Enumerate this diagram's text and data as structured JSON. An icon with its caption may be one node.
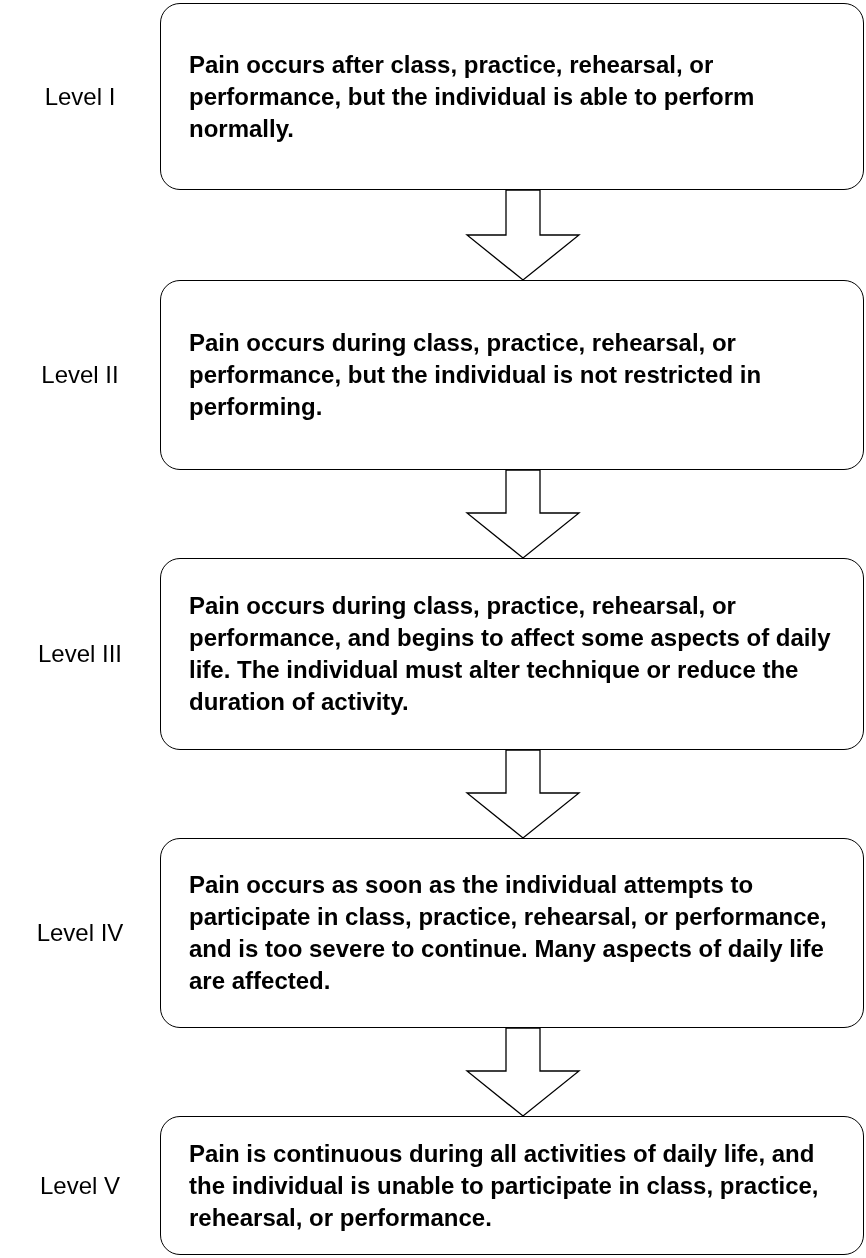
{
  "diagram": {
    "nodes": [
      {
        "text": [
          "Pain occurs after class, practice, rehearsal, or performance, but the individual is able to perform normally."
        ],
        "beside": [
          "Level I"
        ]
      },
      {
        "text": [
          "Pain occurs during class, practice, rehearsal, or performance, but the individual is not restricted in performing."
        ],
        "beside": [
          "Level II"
        ]
      },
      {
        "text": [
          "Pain occurs during class, practice, rehearsal, or performance, and begins to affect some aspects of daily life. The individual must alter technique or reduce the duration of activity."
        ],
        "beside": [
          "Level III"
        ]
      },
      {
        "text": [
          "Pain occurs as soon as the individual attempts to participate in class, practice, rehearsal, or performance, and is too severe to continue. Many aspects of daily life are affected."
        ],
        "beside": [
          "Level IV"
        ]
      },
      {
        "text": [
          "Pain is continuous during all activities of daily life, and the individual is unable to participate in class, practice, rehearsal, or performance."
        ],
        "beside": [
          "Level V"
        ]
      }
    ],
    "edges": [
      {
        "from": 0,
        "to": 1,
        "arrow": "to"
      },
      {
        "from": 1,
        "to": 2,
        "arrow": "to"
      },
      {
        "from": 2,
        "to": 3,
        "arrow": "to"
      },
      {
        "from": 3,
        "to": 4,
        "arrow": "to"
      }
    ]
  }
}
